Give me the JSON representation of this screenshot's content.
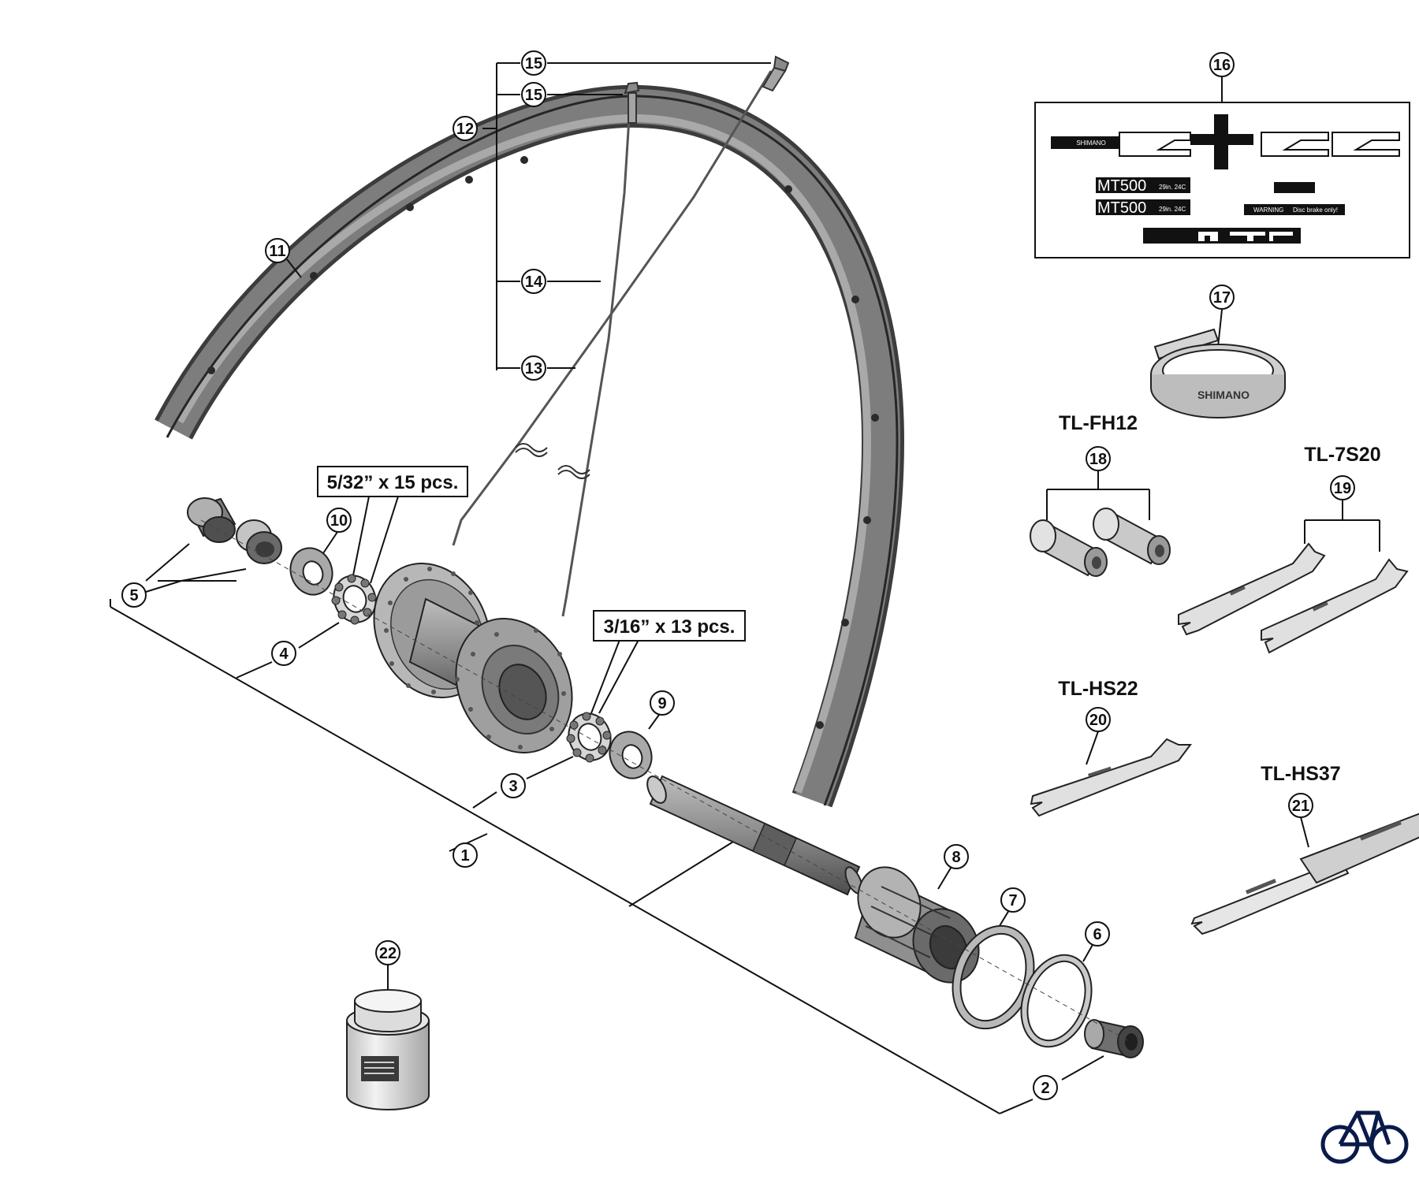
{
  "diagram": {
    "callouts": {
      "c1": "1",
      "c2": "2",
      "c3": "3",
      "c4": "4",
      "c5": "5",
      "c6": "6",
      "c7": "7",
      "c8": "8",
      "c9": "9",
      "c10": "10",
      "c11": "11",
      "c12": "12",
      "c13": "13",
      "c14": "14",
      "c15a": "15",
      "c15b": "15",
      "c16": "16",
      "c17": "17",
      "c18": "18",
      "c19": "19",
      "c20": "20",
      "c21": "21",
      "c22": "22"
    },
    "bearing_labels": {
      "left": "5/32” x 15 pcs.",
      "right": "3/16” x 13 pcs."
    },
    "tools": {
      "fh12": "TL-FH12",
      "s720": "TL-7S20",
      "hs22": "TL-HS22",
      "hs37": "TL-HS37"
    },
    "decals": {
      "brand": "SHIMANO",
      "model1": "MT500",
      "model2": "MT500",
      "size1": "29in. 24C",
      "size2": "29in. 24C",
      "warning": "WARNING",
      "disc": "Disc brake only!"
    },
    "tape_text": "SHIMANO",
    "colors": {
      "line": "#111111",
      "rim": "#6e6e6e",
      "part": "#9a9a9a",
      "part_dark": "#555555",
      "part_light": "#d4d4d4"
    }
  }
}
